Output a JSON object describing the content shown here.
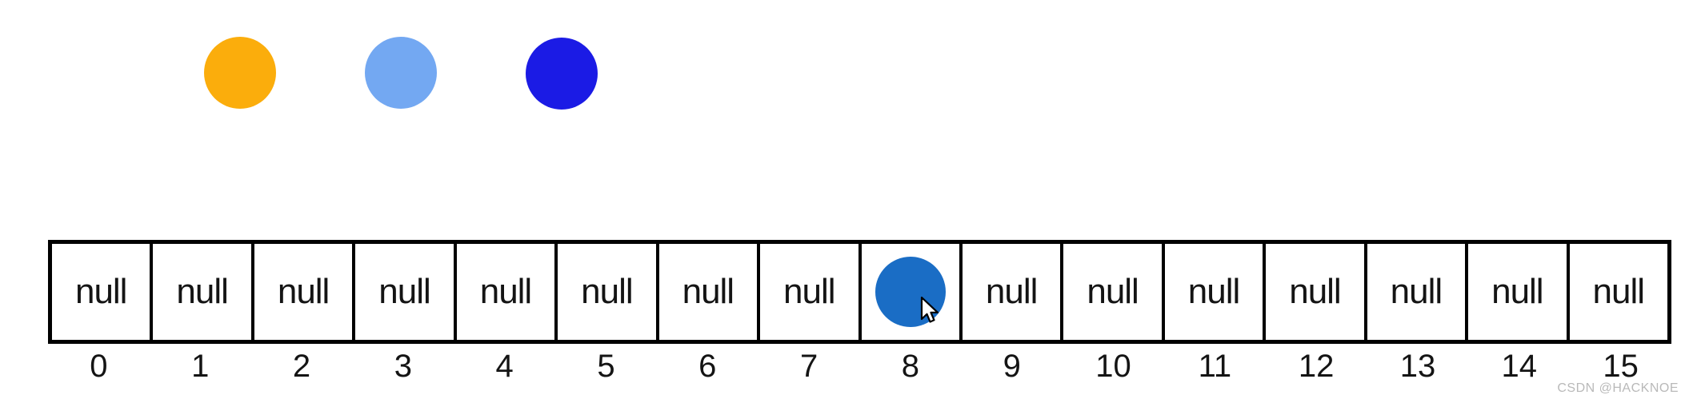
{
  "colors": {
    "background": "#ffffff",
    "border_black": "#000000",
    "text_black": "#141414",
    "watermark_gray": "#b9b9b9",
    "cell_entry_blue": "#1a6dc5"
  },
  "legend": {
    "circles": [
      {
        "id": "orange-ball",
        "color": "#fbad0c"
      },
      {
        "id": "light-blue-ball",
        "color": "#73a8f2"
      },
      {
        "id": "dark-blue-ball",
        "color": "#1b1be5"
      }
    ]
  },
  "array": {
    "cells": [
      {
        "index": "0",
        "value": "null"
      },
      {
        "index": "1",
        "value": "null"
      },
      {
        "index": "2",
        "value": "null"
      },
      {
        "index": "3",
        "value": "null"
      },
      {
        "index": "4",
        "value": "null"
      },
      {
        "index": "5",
        "value": "null"
      },
      {
        "index": "6",
        "value": "null"
      },
      {
        "index": "7",
        "value": "null"
      },
      {
        "index": "8",
        "value": "",
        "circle": true
      },
      {
        "index": "9",
        "value": "null"
      },
      {
        "index": "10",
        "value": "null"
      },
      {
        "index": "11",
        "value": "null"
      },
      {
        "index": "12",
        "value": "null"
      },
      {
        "index": "13",
        "value": "null"
      },
      {
        "index": "14",
        "value": "null"
      },
      {
        "index": "15",
        "value": "null"
      }
    ]
  },
  "watermark": {
    "text": "CSDN @HACKNOE"
  }
}
